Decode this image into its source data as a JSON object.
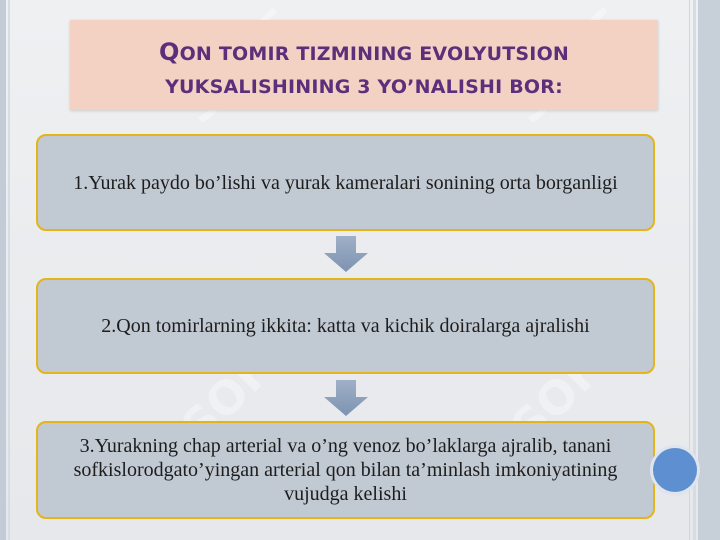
{
  "title": {
    "first_letter": "Q",
    "line1_rest": "ON TOMIR TIZMINING EVOLYUTSION",
    "line2": "YUKSALISHINING 3 YO’NALISHI BOR:"
  },
  "steps": [
    {
      "text": "1.Yurak paydo bo’lishi va yurak kameralari sonining orta borganligi"
    },
    {
      "text": "2.Qon tomirlarning ikkita: katta va kichik doiralarga ajralishi"
    },
    {
      "text": "3.Yurakning chap arterial va o’ng venoz bo’laklarga ajralib, tanani sofkislorodgato’yingan arterial qon bilan ta’minlash imkoniyatining vujudga kelishi"
    }
  ],
  "watermark": "SOFT",
  "colors": {
    "title_text": "#5d2f7b",
    "title_bg": "#f3d2c3",
    "step_bg": "#c1c9d3",
    "step_border": "#e3b41c",
    "arrow": "#8a9cb5",
    "circle": "#5d8fd1"
  },
  "icons": [
    "down-arrow-icon",
    "circle-icon"
  ]
}
